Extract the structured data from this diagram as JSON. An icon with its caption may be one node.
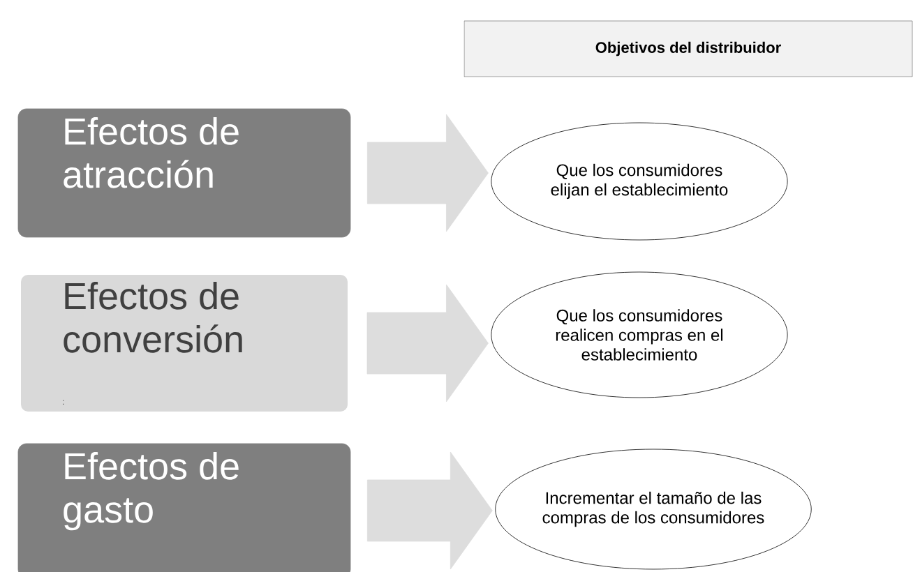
{
  "diagram": {
    "nodes": [
      {
        "text": [
          "Objetivos del distribuidor"
        ]
      },
      {
        "text": [
          "Efectos de atracción"
        ]
      },
      {
        "text": [
          "Que los consumidores elijan el establecimiento"
        ]
      },
      {
        "text": [
          "Efectos de conversión",
          ":"
        ]
      },
      {
        "text": [
          "Que los consumidores realicen compras en el establecimiento"
        ]
      },
      {
        "text": [
          "Efectos de gasto"
        ]
      },
      {
        "text": [
          "Incrementar el tamaño de las compras de los consumidores"
        ]
      }
    ],
    "edges": [
      {
        "from": 1,
        "to": 2,
        "arrow": "to"
      },
      {
        "from": 3,
        "to": 4,
        "arrow": "to"
      },
      {
        "from": 5,
        "to": 6,
        "arrow": "to"
      }
    ]
  }
}
